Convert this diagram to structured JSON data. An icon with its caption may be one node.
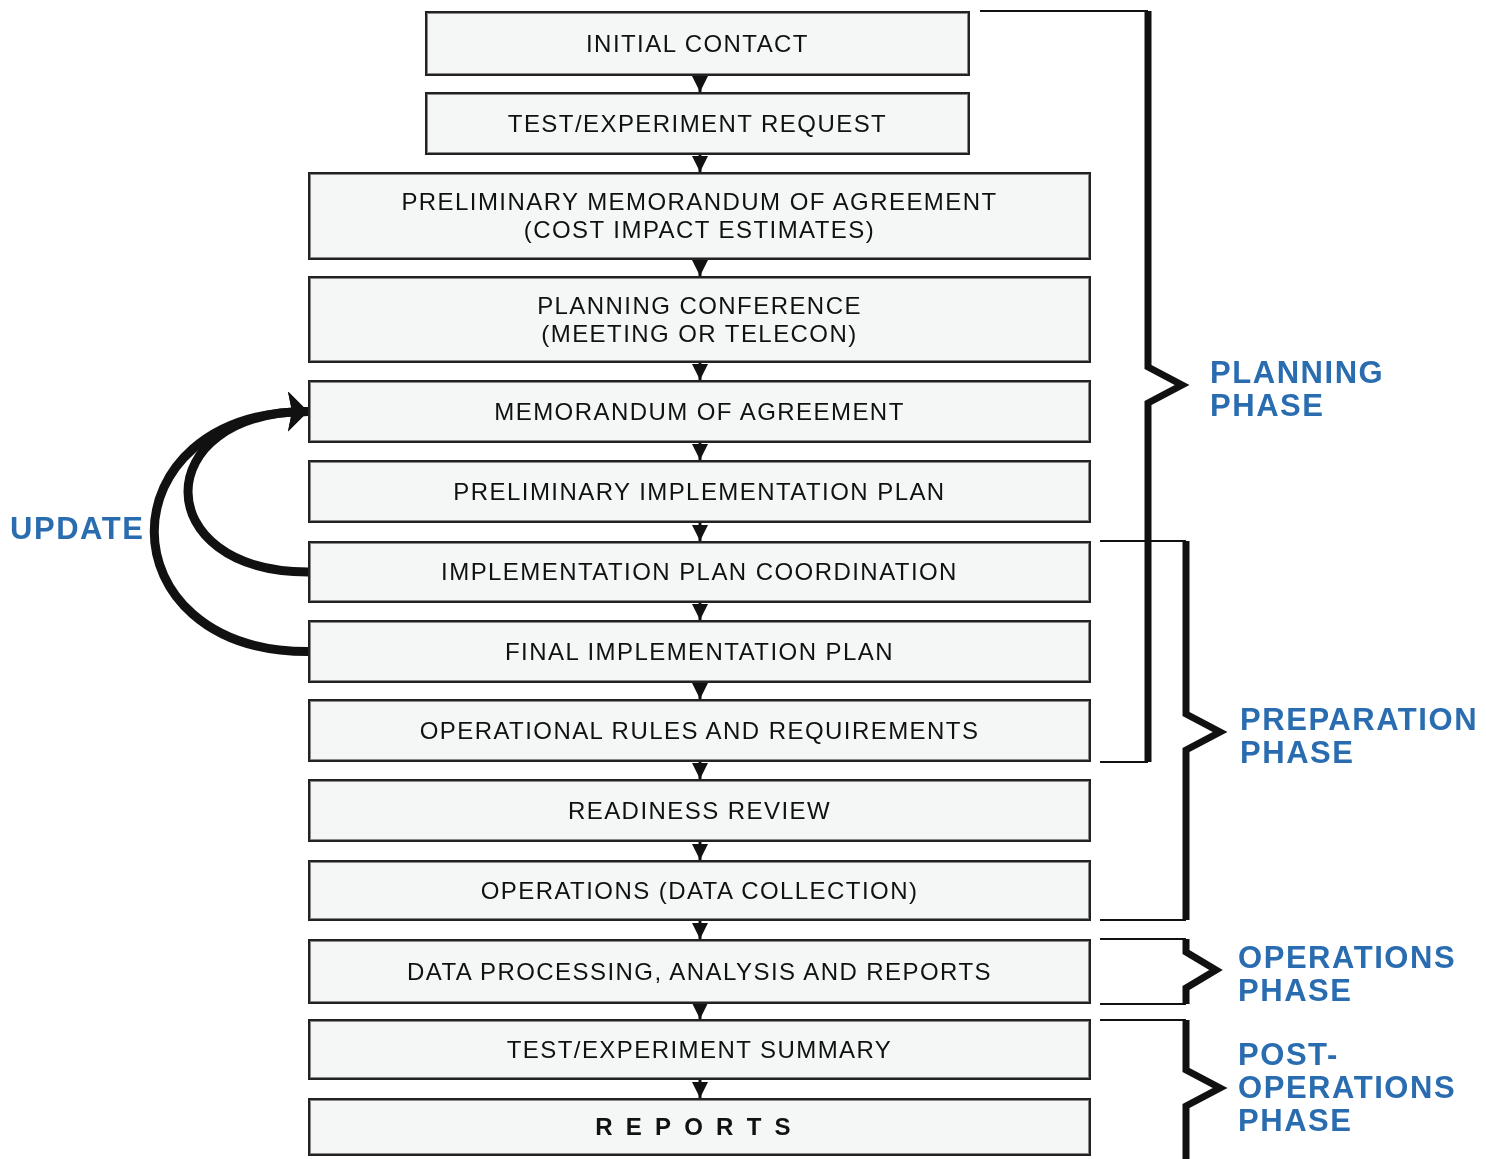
{
  "diagram": {
    "nodes": [
      {
        "text": [
          "INITIAL CONTACT"
        ]
      },
      {
        "text": [
          "TEST/EXPERIMENT REQUEST"
        ]
      },
      {
        "text": [
          "PRELIMINARY MEMORANDUM OF AGREEMENT",
          "(COST IMPACT ESTIMATES)"
        ]
      },
      {
        "text": [
          "PLANNING CONFERENCE",
          "(MEETING OR TELECON)"
        ]
      },
      {
        "text": [
          "MEMORANDUM OF AGREEMENT"
        ]
      },
      {
        "text": [
          "PRELIMINARY IMPLEMENTATION PLAN"
        ]
      },
      {
        "text": [
          "IMPLEMENTATION PLAN COORDINATION"
        ]
      },
      {
        "text": [
          "FINAL IMPLEMENTATION PLAN"
        ]
      },
      {
        "text": [
          "OPERATIONAL RULES AND REQUIREMENTS"
        ]
      },
      {
        "text": [
          "READINESS REVIEW"
        ]
      },
      {
        "text": [
          "OPERATIONS (DATA COLLECTION)"
        ]
      },
      {
        "text": [
          "DATA PROCESSING, ANALYSIS AND REPORTS"
        ]
      },
      {
        "text": [
          "TEST/EXPERIMENT SUMMARY"
        ]
      },
      {
        "text": [
          "REPORTS"
        ]
      }
    ],
    "edges": [
      {
        "from": 0,
        "to": 1,
        "arrow": "to"
      },
      {
        "from": 1,
        "to": 2,
        "arrow": "to"
      },
      {
        "from": 2,
        "to": 3,
        "arrow": "to"
      },
      {
        "from": 3,
        "to": 4,
        "arrow": "to"
      },
      {
        "from": 4,
        "to": 5,
        "arrow": "to"
      },
      {
        "from": 5,
        "to": 6,
        "arrow": "to"
      },
      {
        "from": 6,
        "to": 7,
        "arrow": "to"
      },
      {
        "from": 7,
        "to": 8,
        "arrow": "to"
      },
      {
        "from": 8,
        "to": 9,
        "arrow": "to"
      },
      {
        "from": 9,
        "to": 10,
        "arrow": "to"
      },
      {
        "from": 10,
        "to": 11,
        "arrow": "to"
      },
      {
        "from": 11,
        "to": 12,
        "arrow": "to"
      },
      {
        "from": 12,
        "to": 13,
        "arrow": "to"
      },
      {
        "from": 6,
        "to": 4,
        "arrow": "to",
        "style": "thick"
      },
      {
        "from": 7,
        "to": 4,
        "arrow": "to",
        "style": "thick"
      }
    ],
    "labels": [
      "PLANNING PHASE",
      "UPDATE",
      "PREPARATION PHASE",
      "OPERATIONS PHASE",
      "POST-OPERATIONS PHASE"
    ]
  }
}
